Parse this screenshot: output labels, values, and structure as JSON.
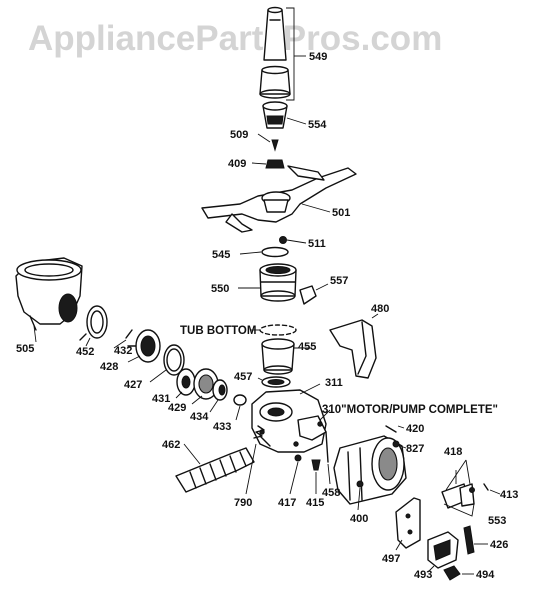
{
  "watermark": "AppliancePartsPros.com",
  "colors": {
    "ink": "#111111",
    "watermark": "#d4d4d4",
    "background": "#ffffff"
  },
  "labels": {
    "tub_bottom": "TUB BOTTOM",
    "motor_pump": "310\"MOTOR/PUMP COMPLETE\"",
    "p311": "311",
    "p400": "400",
    "p409": "409",
    "p413": "413",
    "p415": "415",
    "p417": "417",
    "p418": "418",
    "p420": "420",
    "p426": "426",
    "p427": "427",
    "p428": "428",
    "p429": "429",
    "p431": "431",
    "p432": "432",
    "p433": "433",
    "p434": "434",
    "p452": "452",
    "p455": "455",
    "p457": "457",
    "p458": "458",
    "p462": "462",
    "p480": "480",
    "p493": "493",
    "p494": "494",
    "p497": "497",
    "p501": "501",
    "p505": "505",
    "p509": "509",
    "p511": "511",
    "p545": "545",
    "p549": "549",
    "p550": "550",
    "p553": "553",
    "p554": "554",
    "p557": "557",
    "p790": "790",
    "p827": "827"
  }
}
